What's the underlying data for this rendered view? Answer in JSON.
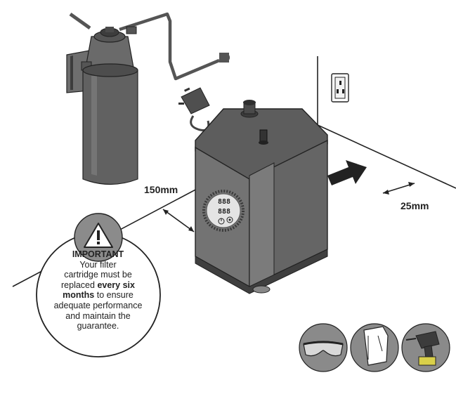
{
  "dimensions": {
    "side_clearance": "150mm",
    "rear_clearance": "25mm"
  },
  "notice": {
    "title": "IMPORTANT",
    "line1": "Your filter",
    "line2": "cartridge must be",
    "line3_pre": "replaced ",
    "line3_bold": "every six",
    "line4_bold": "months",
    "line4_post": " to ensure",
    "line5": "adequate performance",
    "line6": "and maintain the",
    "line7": "guarantee."
  },
  "display": {
    "upper": "888",
    "lower": "888"
  },
  "icons": [
    "safety-glasses-icon",
    "gloves-icon",
    "power-drill-icon"
  ],
  "colors": {
    "tank_body": "#6f6f6f",
    "tank_top": "#5a5a5a",
    "filter": "#5f5f5f",
    "line": "#222222",
    "icon_bg": "#8a8a8a"
  }
}
